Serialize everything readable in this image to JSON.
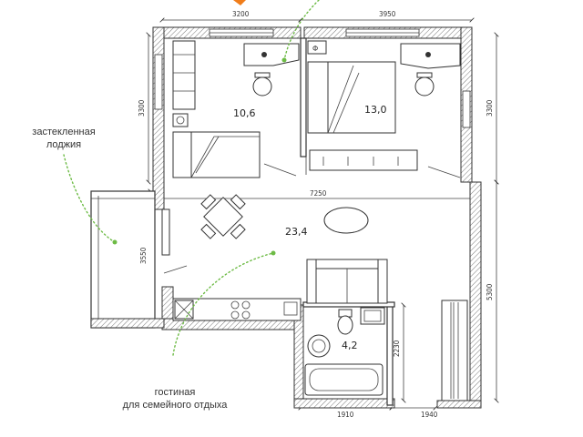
{
  "callouts": {
    "loggia": "застекленная\nлоджия",
    "living": "гостиная\nдля семейного отдыха"
  },
  "areas": {
    "room_left": "10,6",
    "room_right": "13,0",
    "living": "23,4",
    "bath": "4,2"
  },
  "dimensions": {
    "top_left": "3200",
    "top_right": "3950",
    "left_room": "3300",
    "right_room": "3300",
    "mid_width": "7250",
    "loggia_height": "3550",
    "right_lower": "5300",
    "bath_height": "2230",
    "bottom_bath": "1910",
    "bottom_right": "1940"
  },
  "colors": {
    "wall_stroke": "#333333",
    "accent_green": "#6dbb45",
    "accent_orange": "#f07d1a"
  }
}
